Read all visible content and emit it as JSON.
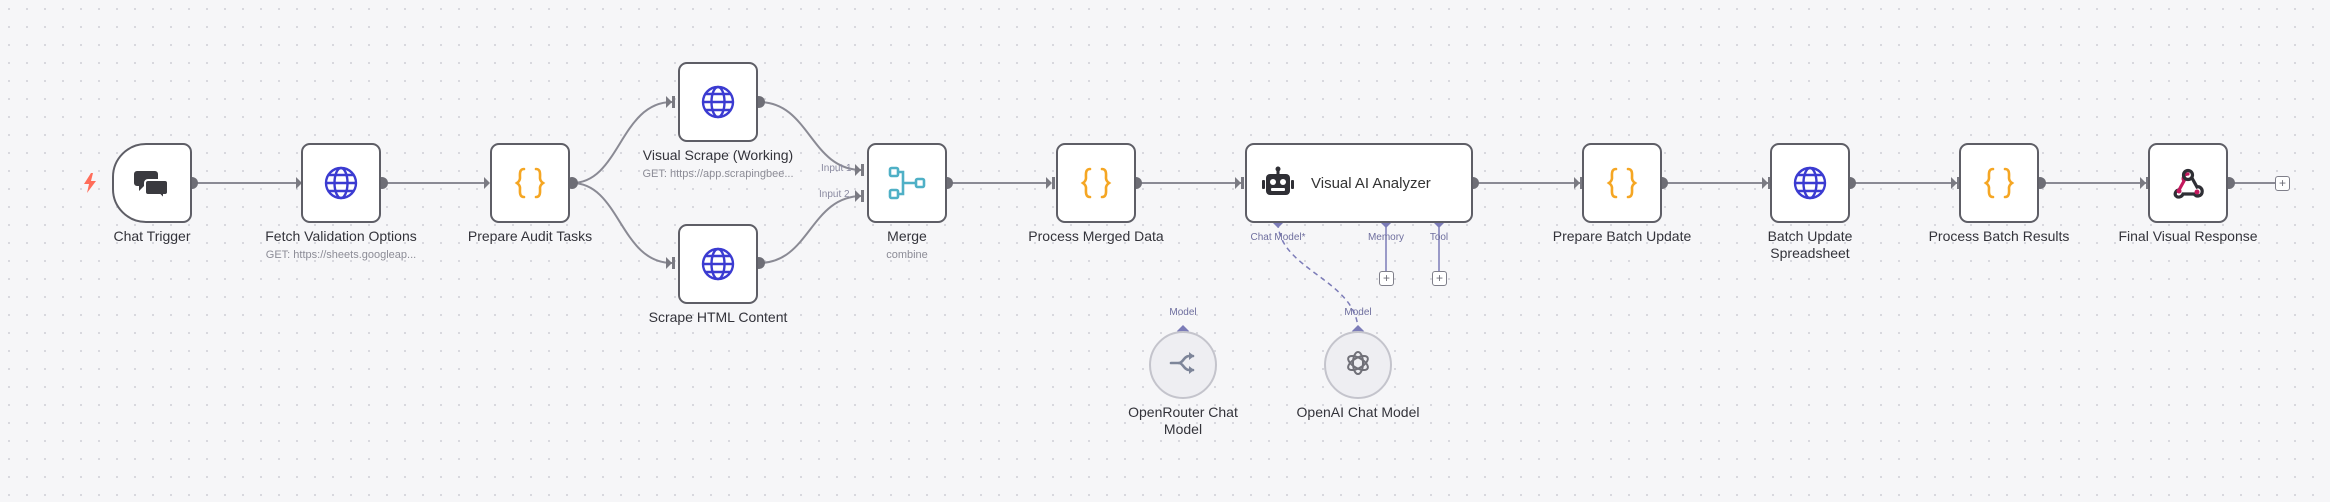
{
  "nodes": {
    "chat_trigger": {
      "label": "Chat Trigger"
    },
    "fetch_validation": {
      "label": "Fetch Validation Options",
      "sub": "GET: https://sheets.googleap..."
    },
    "prepare_audit": {
      "label": "Prepare Audit Tasks"
    },
    "visual_scrape": {
      "label": "Visual Scrape (Working)",
      "sub": "GET: https://app.scrapingbee..."
    },
    "scrape_html": {
      "label": "Scrape HTML Content"
    },
    "merge": {
      "label": "Merge",
      "sub": "combine",
      "input1": "Input 1",
      "input2": "Input 2"
    },
    "process_merged": {
      "label": "Process Merged Data"
    },
    "visual_ai": {
      "title": "Visual AI Analyzer",
      "port_chat_model": "Chat Model*",
      "port_memory": "Memory",
      "port_tool": "Tool"
    },
    "prepare_batch": {
      "label": "Prepare Batch Update"
    },
    "batch_update": {
      "label": "Batch Update Spreadsheet"
    },
    "process_batch": {
      "label": "Process Batch Results"
    },
    "final_visual": {
      "label": "Final Visual Response"
    },
    "openrouter": {
      "label": "OpenRouter Chat Model",
      "port": "Model"
    },
    "openai": {
      "label": "OpenAI Chat Model",
      "port": "Model"
    }
  },
  "plus_symbol": "+",
  "colors": {
    "canvas": "#f6f6f8",
    "edge": "#8a8a94",
    "node_border": "#5e5e66",
    "http_icon": "#3b3bd1",
    "code_icon": "#f5a623",
    "merge_icon": "#4fb0c6",
    "ai_port": "#7c7cb8",
    "trigger_bolt": "#ff6d5a"
  }
}
